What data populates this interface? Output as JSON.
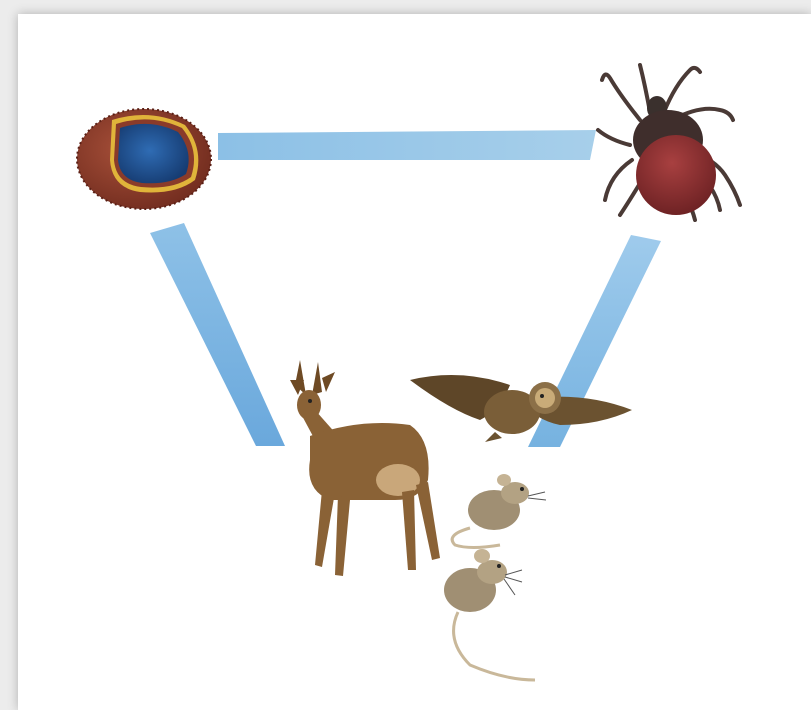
{
  "diagram": {
    "nodes": [
      {
        "id": "virus",
        "icon": "virus-particle-icon"
      },
      {
        "id": "tick",
        "icon": "tick-icon"
      },
      {
        "id": "hosts",
        "icon": "animal-hosts-icon",
        "members": [
          "deer-icon",
          "owl-icon",
          "mouse-icon",
          "mouse-icon"
        ]
      }
    ],
    "links": [
      {
        "from": "virus",
        "to": "tick"
      },
      {
        "from": "virus",
        "to": "hosts"
      },
      {
        "from": "tick",
        "to": "hosts"
      }
    ],
    "colors": {
      "link": "#7fb6e0",
      "virus_shell": "#8a3b2a",
      "virus_core": "#1f4f8f",
      "virus_ring": "#e0b43a",
      "tick_body": "#8a2f2e",
      "tick_legs": "#4a3a36",
      "deer": "#8a6236",
      "owl": "#6b5230",
      "mouse": "#a08f73"
    }
  }
}
